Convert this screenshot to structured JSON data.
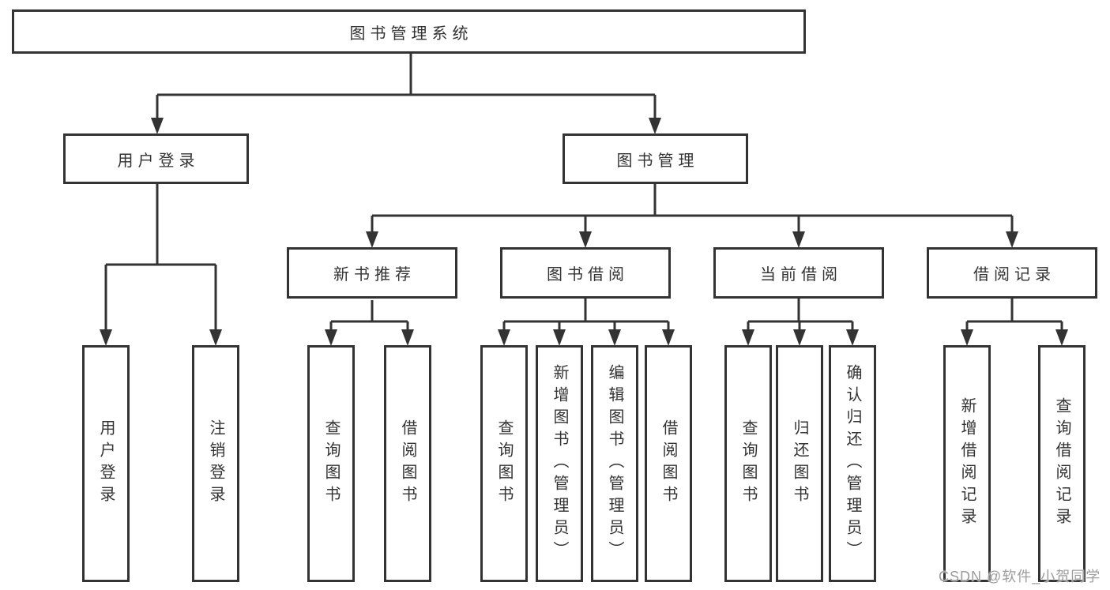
{
  "tree": {
    "label": "图书管理系统",
    "children": [
      {
        "label": "用户登录",
        "children": [
          {
            "label": "用户登录"
          },
          {
            "label": "注销登录"
          }
        ]
      },
      {
        "label": "图书管理",
        "children": [
          {
            "label": "新书推荐",
            "children": [
              {
                "label": "查询图书"
              },
              {
                "label": "借阅图书"
              }
            ]
          },
          {
            "label": "图书借阅",
            "children": [
              {
                "label": "查询图书"
              },
              {
                "label": "新增图书（管理员）"
              },
              {
                "label": "编辑图书（管理员）"
              },
              {
                "label": "借阅图书"
              }
            ]
          },
          {
            "label": "当前借阅",
            "children": [
              {
                "label": "查询图书"
              },
              {
                "label": "归还图书"
              },
              {
                "label": "确认归还（管理员）"
              }
            ]
          },
          {
            "label": "借阅记录",
            "children": [
              {
                "label": "新增借阅记录"
              },
              {
                "label": "查询借阅记录"
              }
            ]
          }
        ]
      }
    ]
  },
  "watermark": {
    "text": "CSDN @软件_小贺同学"
  },
  "colors": {
    "line": "#333333",
    "text": "#333333",
    "background": "#ffffff",
    "watermark": "#9c9c9c"
  }
}
